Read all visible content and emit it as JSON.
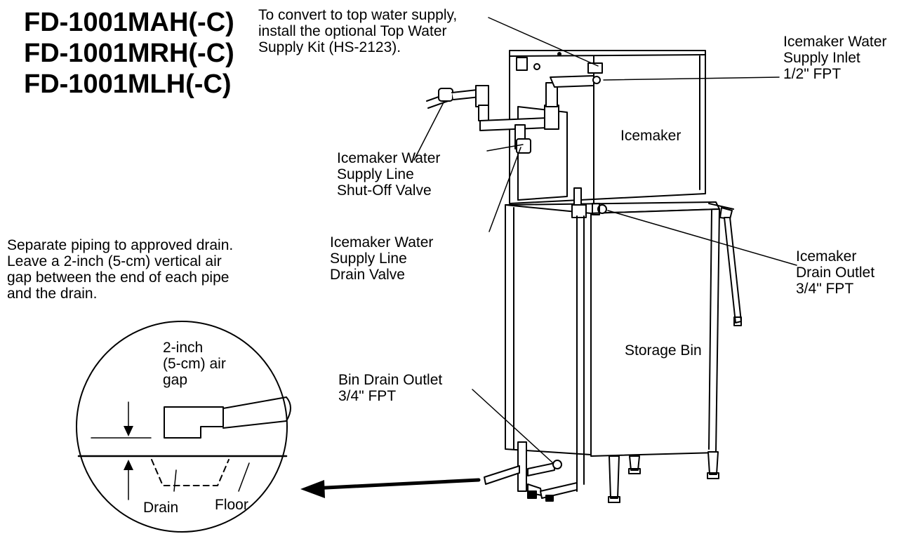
{
  "models": [
    "FD-1001MAH(-C)",
    "FD-1001MRH(-C)",
    "FD-1001MLH(-C)"
  ],
  "notes": {
    "top_supply": [
      "To convert to top water supply,",
      "install the optional Top Water",
      "Supply Kit (HS-2123)."
    ],
    "separate_piping": [
      "Separate piping to approved drain.",
      "Leave a 2-inch (5-cm) vertical air",
      "gap between the end of each pipe",
      "and the drain."
    ]
  },
  "callouts": {
    "supply_inlet": [
      "Icemaker Water",
      "Supply Inlet",
      "1/2\" FPT"
    ],
    "icemaker": [
      "Icemaker"
    ],
    "shutoff_valve": [
      "Icemaker Water",
      "Supply Line",
      "Shut-Off Valve"
    ],
    "drain_valve": [
      "Icemaker Water",
      "Supply Line",
      "Drain Valve"
    ],
    "drain_outlet": [
      "Icemaker",
      "Drain Outlet",
      "3/4\" FPT"
    ],
    "storage_bin": [
      "Storage Bin"
    ],
    "bin_drain_outlet": [
      "Bin Drain Outlet",
      "3/4\" FPT"
    ]
  },
  "detail": {
    "air_gap": [
      "2-inch",
      "(5-cm) air",
      "gap"
    ],
    "drain": "Drain",
    "floor": "Floor"
  }
}
